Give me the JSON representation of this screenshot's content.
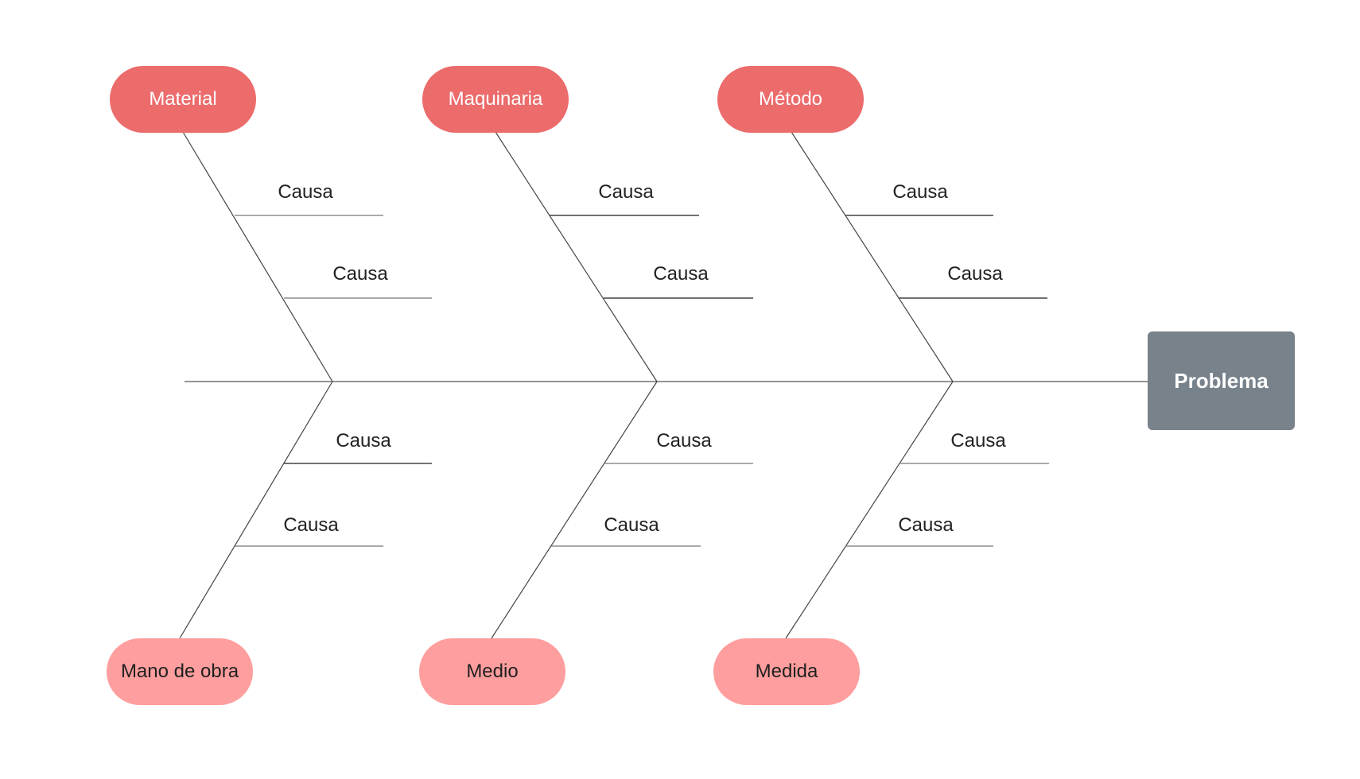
{
  "problem": "Problema",
  "categories": {
    "top": [
      "Material",
      "Maquinaria",
      "Método"
    ],
    "bottom": [
      "Mano de obra",
      "Medio",
      "Medida"
    ]
  },
  "causes": {
    "material": [
      "Causa",
      "Causa"
    ],
    "maquinaria": [
      "Causa",
      "Causa"
    ],
    "metodo": [
      "Causa",
      "Causa"
    ],
    "mano_de_obra": [
      "Causa",
      "Causa"
    ],
    "medio": [
      "Causa",
      "Causa"
    ],
    "medida": [
      "Causa",
      "Causa"
    ]
  },
  "colors": {
    "top_category": "#ec6b6b",
    "bottom_category": "#ff9e9e",
    "problem": "#78828b",
    "lines": "#444444"
  }
}
